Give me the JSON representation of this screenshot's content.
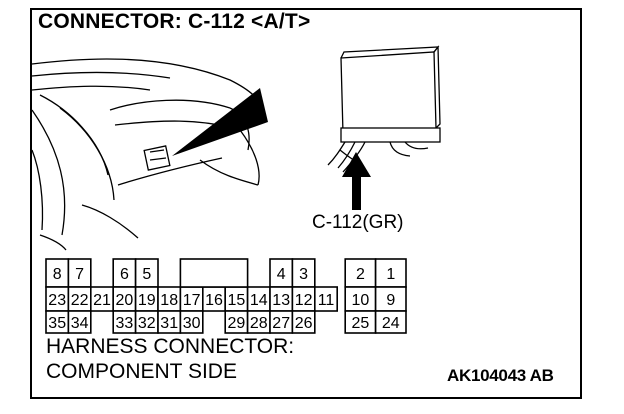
{
  "title": "CONNECTOR: C-112 <A/T>",
  "callout_label": "C-112(GR)",
  "caption": {
    "line1": "HARNESS CONNECTOR:",
    "line2": "COMPONENT SIDE"
  },
  "reference_code": "AK104043 AB",
  "connector_pins": {
    "row1": [
      "8",
      "7",
      "6",
      "5",
      "4",
      "3",
      "2",
      "1"
    ],
    "row2": [
      "23",
      "22",
      "21",
      "20",
      "19",
      "18",
      "17",
      "16",
      "15",
      "14",
      "13",
      "12",
      "11",
      "10",
      "9"
    ],
    "row3": [
      "35",
      "34",
      "33",
      "32",
      "31",
      "30",
      "29",
      "28",
      "27",
      "26",
      "25",
      "24"
    ]
  }
}
